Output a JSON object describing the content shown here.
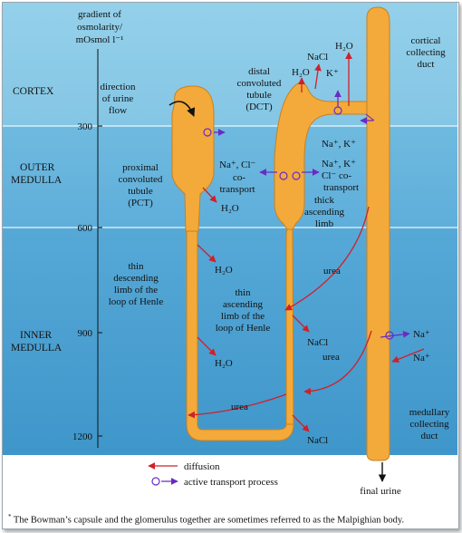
{
  "axis": {
    "title_line1": "gradient of",
    "title_line2": "osmolarity/",
    "title_line3": "mOsmol l⁻¹",
    "ticks": [
      "300",
      "600",
      "900",
      "1200"
    ]
  },
  "zones": {
    "cortex": "CORTEX",
    "outer_line1": "OUTER",
    "outer_line2": "MEDULLA",
    "inner_line1": "INNER",
    "inner_line2": "MEDULLA"
  },
  "labels": {
    "direction_line1": "direction",
    "direction_line2": "of urine",
    "direction_line3": "flow",
    "pct_line1": "proximal",
    "pct_line2": "convoluted",
    "pct_line3": "tubule",
    "pct_line4": "(PCT)",
    "dct_line1": "distal",
    "dct_line2": "convoluted",
    "dct_line3": "tubule",
    "dct_line4": "(DCT)",
    "cortical_line1": "cortical",
    "cortical_line2": "collecting",
    "cortical_line3": "duct",
    "thick_line1": "thick",
    "thick_line2": "ascending",
    "thick_line3": "limb",
    "thin_desc_line1": "thin",
    "thin_desc_line2": "descending",
    "thin_desc_line3": "limb of the",
    "thin_desc_line4": "loop of Henle",
    "thin_asc_line1": "thin",
    "thin_asc_line2": "ascending",
    "thin_asc_line3": "limb of the",
    "thin_asc_line4": "loop of Henle",
    "medullary_line1": "medullary",
    "medullary_line2": "collecting",
    "medullary_line3": "duct",
    "final_urine": "final urine"
  },
  "substances": {
    "nacl": "NaCl",
    "h2o": "H₂O",
    "kplus": "K⁺",
    "na_k": "Na⁺, K⁺",
    "na_cl_line1": "Na⁺, Cl⁻",
    "co_transport_line1": "co-",
    "co_transport_line2": "transport",
    "na_k_cl_line1": "Na⁺, K⁺",
    "na_k_cl_line2": "Cl⁻ co-",
    "na_k_cl_line3": "transport",
    "urea": "urea",
    "naplus": "Na⁺"
  },
  "legend": {
    "diffusion": "diffusion",
    "active": "active transport process"
  },
  "footnote": {
    "marker": "*",
    "text": " The Bowman’s capsule and the glomerulus together are sometimes referred to as the Malpighian body."
  },
  "colors": {
    "cortex_bg": "#8ccbe6",
    "outer_medulla_bg": "#65b3db",
    "inner_medulla_bg": "#4fa3d3",
    "tubule_fill": "#f3aa3a",
    "tubule_edge": "#c9801e",
    "diffusion_arrow": "#d0202a",
    "active_arrow": "#6a2bc4"
  },
  "icons": [
    "diffusion-arrow-icon",
    "active-transport-arrow-icon",
    "pump-circle-icon"
  ]
}
